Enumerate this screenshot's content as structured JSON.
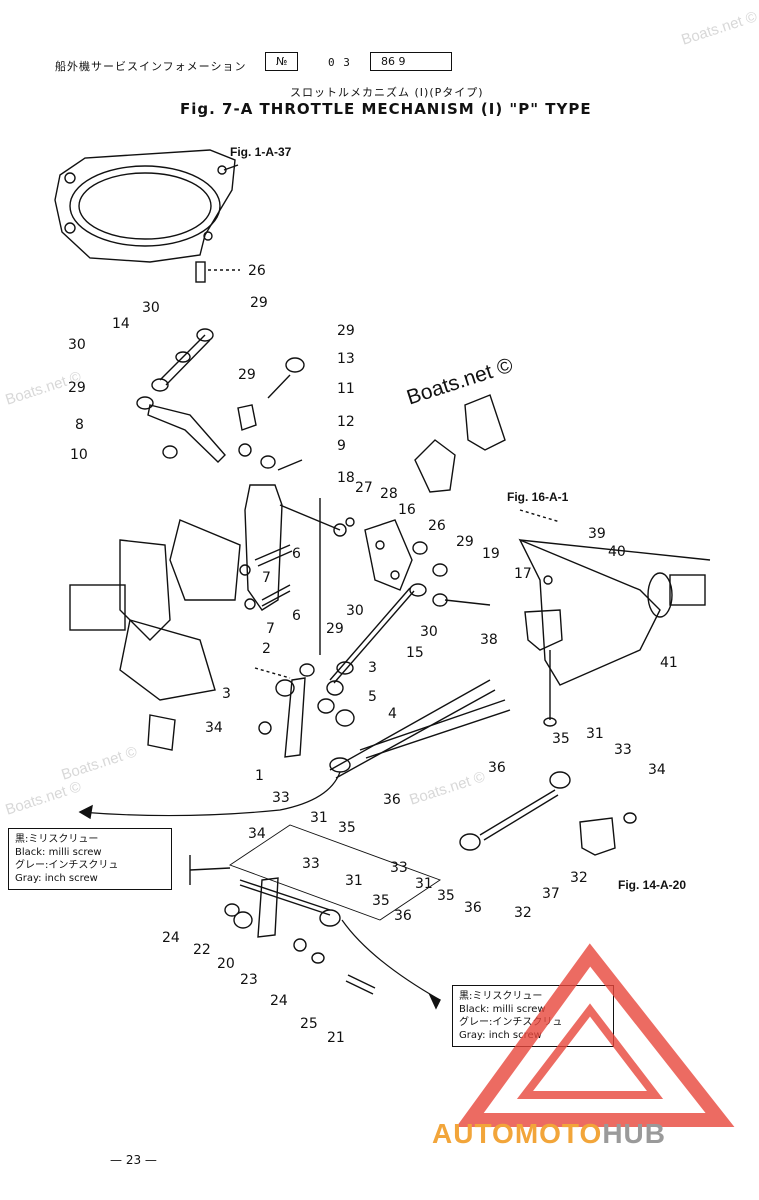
{
  "header": {
    "jp_service": "船外機サービスインフォメーション",
    "no_label": "№",
    "code": "0 3",
    "date": "86  9"
  },
  "title": {
    "jp": "スロットルメカニズム (I)(Pタイプ)",
    "en": "Fig. 7-A   THROTTLE MECHANISM (I) \"P\" TYPE"
  },
  "references": {
    "fig_1a37": "Fig. 1-A-37",
    "fig_16a1": "Fig. 16-A-1",
    "fig_14a20": "Fig. 14-A-20"
  },
  "watermarks": [
    "Boats.net ©",
    "Boats.net ©",
    "Boats.net ©",
    "Boats.net ©",
    "Boats.net ©"
  ],
  "watermark_main": "Boats.net ©",
  "legend": {
    "jp_black": "黒:ミリスクリュー",
    "black": "Black: milli screw",
    "jp_gray": "グレー:インチスクリュ",
    "gray": "Gray: inch screw"
  },
  "callouts": [
    "26",
    "29",
    "30",
    "14",
    "30",
    "29",
    "29",
    "13",
    "29",
    "11",
    "8",
    "12",
    "10",
    "9",
    "18",
    "27",
    "28",
    "16",
    "26",
    "29",
    "19",
    "17",
    "39",
    "40",
    "6",
    "7",
    "6",
    "7",
    "30",
    "29",
    "2",
    "3",
    "3",
    "5",
    "4",
    "15",
    "30",
    "38",
    "41",
    "34",
    "1",
    "33",
    "31",
    "35",
    "36",
    "35",
    "31",
    "33",
    "34",
    "36",
    "34",
    "33",
    "33",
    "31",
    "35",
    "36",
    "24",
    "22",
    "20",
    "23",
    "24",
    "25",
    "21",
    "31",
    "35",
    "36",
    "32",
    "37",
    "32"
  ],
  "page_number": "— 23 —",
  "brand": {
    "part1": "AUTO",
    "part2": "MOTO",
    "part3": "HUB"
  },
  "colors": {
    "brand_orange": "#f2a53a",
    "brand_gray": "#9a9a9a",
    "brand_red": "#e8473c"
  }
}
